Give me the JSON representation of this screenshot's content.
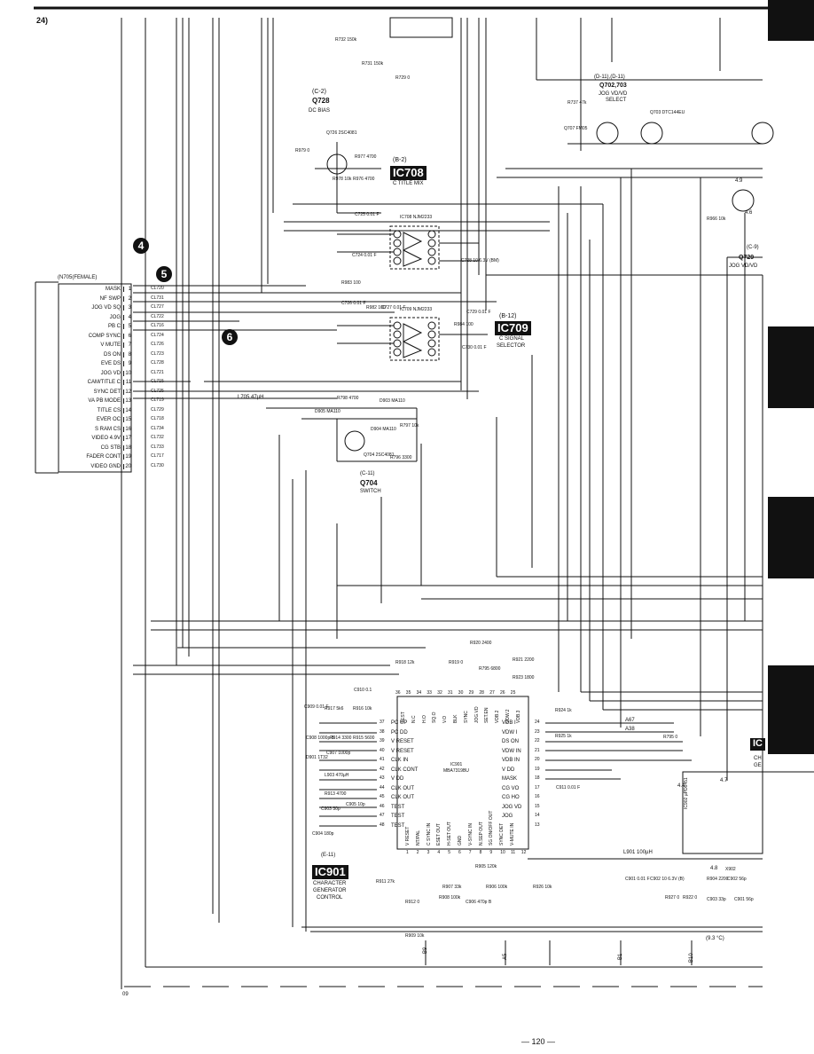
{
  "page": {
    "number_label": "24)",
    "page_number": "— 120 —",
    "corner_code": "09"
  },
  "markers": {
    "m4": "4",
    "m5": "5",
    "m6": "6"
  },
  "connector": {
    "title": "(N705(FEMALE)",
    "pins": [
      {
        "num": "1",
        "name": "MASK",
        "cl": "CL720"
      },
      {
        "num": "2",
        "name": "NF SWP",
        "cl": "CL731"
      },
      {
        "num": "3",
        "name": "JOG VD SQ",
        "cl": "CL727"
      },
      {
        "num": "4",
        "name": "JOG",
        "cl": "CL722"
      },
      {
        "num": "5",
        "name": "PB C",
        "cl": "CL716"
      },
      {
        "num": "6",
        "name": "COMP SYNC",
        "cl": "CL724"
      },
      {
        "num": "7",
        "name": "V MUTE",
        "cl": "CL726"
      },
      {
        "num": "8",
        "name": "DS ON",
        "cl": "CL723"
      },
      {
        "num": "9",
        "name": "EVE DS",
        "cl": "CL728"
      },
      {
        "num": "10",
        "name": "JOG VD",
        "cl": "CL721"
      },
      {
        "num": "11",
        "name": "CAM/TITLE C",
        "cl": "CL715"
      },
      {
        "num": "12",
        "name": "SYNC DET",
        "cl": "CL725"
      },
      {
        "num": "13",
        "name": "VA PB MODE",
        "cl": "CL719"
      },
      {
        "num": "14",
        "name": "TITLE CS",
        "cl": "CL729"
      },
      {
        "num": "15",
        "name": "EVER OC",
        "cl": "CL718"
      },
      {
        "num": "16",
        "name": "S RAM CS",
        "cl": "CL734"
      },
      {
        "num": "17",
        "name": "VIDEO 4.9V",
        "cl": "CL732"
      },
      {
        "num": "18",
        "name": "CG STB",
        "cl": "CL733"
      },
      {
        "num": "19",
        "name": "FADER CONT",
        "cl": "CL717"
      },
      {
        "num": "20",
        "name": "VIDEO GND",
        "cl": "CL730"
      }
    ]
  },
  "blocks": {
    "q728": {
      "loc": "(C-2)",
      "name": "Q728",
      "desc": "DC BIAS"
    },
    "ic708": {
      "loc": "(B-2)",
      "name": "IC708",
      "desc": "C TITLE MIX",
      "part": "IC708 NJM2233"
    },
    "ic709": {
      "loc": "(B-12)",
      "name": "IC709",
      "desc1": "C SIGNAL",
      "desc2": "SELECTOR",
      "part": "IC709 NJM2233"
    },
    "q702": {
      "loc": "(D-11),(D-11)",
      "name": "Q702,703",
      "desc1": "JOG VD/VD",
      "desc2": "SELECT"
    },
    "q729": {
      "loc": "(C-9)",
      "name": "Q729",
      "desc": "JOG VD/VD"
    },
    "q704": {
      "loc": "(C-11)",
      "name": "Q704",
      "desc": "SWITCH"
    },
    "ic901": {
      "loc": "(E-11)",
      "name": "IC901",
      "desc1": "CHARACTER",
      "desc2": "GENERATOR",
      "desc3": "CONTROL",
      "part": "IC901",
      "part2": "MBA7319BU"
    },
    "ic902": {
      "label": "IC",
      "desc1": "CH",
      "desc2": "GE",
      "part": "IC902 µPD6451"
    }
  },
  "ic901_pins_left": [
    {
      "n": "37",
      "name": "PC UP"
    },
    {
      "n": "38",
      "name": "PC DD"
    },
    {
      "n": "39",
      "name": "V RESET"
    },
    {
      "n": "40",
      "name": "V RESET"
    },
    {
      "n": "41",
      "name": "CLK IN"
    },
    {
      "n": "42",
      "name": "CLK CONT"
    },
    {
      "n": "43",
      "name": "V DD"
    },
    {
      "n": "44",
      "name": "CLK OUT"
    },
    {
      "n": "45",
      "name": "CLK OUT"
    },
    {
      "n": "46",
      "name": "TEST"
    },
    {
      "n": "47",
      "name": "TEST"
    },
    {
      "n": "48",
      "name": "TEST"
    }
  ],
  "ic901_pins_right": [
    {
      "n": "24",
      "name": "VDB I"
    },
    {
      "n": "23",
      "name": "VDW I"
    },
    {
      "n": "22",
      "name": "DS ON"
    },
    {
      "n": "21",
      "name": "VDW IN"
    },
    {
      "n": "20",
      "name": "VDB IN"
    },
    {
      "n": "19",
      "name": "V DD"
    },
    {
      "n": "18",
      "name": "MASK"
    },
    {
      "n": "17",
      "name": "CG VO"
    },
    {
      "n": "16",
      "name": "CG HO"
    },
    {
      "n": "15",
      "name": "JOG VD"
    },
    {
      "n": "14",
      "name": "JOG"
    },
    {
      "n": "13",
      "name": ""
    }
  ],
  "ic901_pins_top": [
    "36",
    "35",
    "34",
    "33",
    "32",
    "31",
    "30",
    "29",
    "28",
    "27",
    "26",
    "25"
  ],
  "ic901_pins_bottom": [
    "1",
    "2",
    "3",
    "4",
    "5",
    "6",
    "7",
    "8",
    "9",
    "10",
    "11",
    "12"
  ],
  "ic901_top_names": [
    "TEST",
    "N.C",
    "H.O",
    "SQ.O",
    "V.O",
    "BLK",
    "SYNC",
    "JOG.VD",
    "SET.EN",
    "VDB.2",
    "VDW.2",
    "VDB.3"
  ],
  "ic901_bottom_names": [
    "V RESET",
    "NT/PAL",
    "C SYNC IN",
    "ESET OUT",
    "H-SET OUT",
    "GND",
    "V-SYNC IN",
    "N.SEP OUT",
    "SG ON/OFF OUT",
    "SYNC DET",
    "V-MUTE IN",
    ""
  ],
  "components": {
    "r732": "R732 150k",
    "r731": "R731 150k",
    "r729": "R729 0",
    "r737": "R737 47k",
    "q707": "Q707 FM05",
    "q703": "Q703 DTC144EU",
    "q726": "Q726 2SC4081",
    "r979": "R979 0",
    "r977": "R977 4700",
    "r978": "R978 10k",
    "r976": "R976 4700",
    "c725": "C725 0.01 F",
    "c724": "C724 0.01 F",
    "c728": "C728 10 6.3V (BM)",
    "r983": "R983 100",
    "c726": "C726 0.01 F",
    "r982": "R982 100",
    "c727": "C727 0.01 F",
    "r984": "R984 100",
    "c729": "C729 0.01 F",
    "c730": "C730 0.01 F",
    "r966": "R966 10k",
    "l705": "L705 47µH",
    "r798": "R798 4700",
    "d905": "D905 MA110",
    "d903": "D903 MA110",
    "d904": "D904 MA110",
    "r797": "R797 10k",
    "r796": "R796 3300",
    "q704": "Q704 2SC4081",
    "r920": "R920 2400",
    "r918": "R918 12k",
    "r919": "R919 0",
    "r795": "R795 6800",
    "r921": "R921 2200",
    "r923": "R923 1800",
    "r925": "R925 1k",
    "r924": "R924 1k",
    "c910": "C910 0.1",
    "c909": "C909 0.01 F",
    "r917": "R917 5k6",
    "r916": "R916 10k",
    "c908": "C908 1000p B",
    "r914": "R914 3300",
    "r915": "R915 5600",
    "d901": "D901 1T32",
    "c907": "C907 1000p",
    "l903": "L903 470µH",
    "r913": "R913 4700",
    "c903": "C903 30p",
    "c905": "C905 10p",
    "c904": "C904 180p",
    "r911": "R911 27k",
    "r912": "R912 0",
    "r905": "R905 120k",
    "r907": "R907 33k",
    "r908": "R908 100k",
    "c906": "C906 470p B",
    "r906": "R906 100k",
    "r926": "R926 10k",
    "r909": "R909 10k",
    "c911": "C911 0.01 F",
    "l901": "L901 100µH",
    "c901": "C901 0.01 F",
    "c902": "C902 10 6.3V (B)",
    "r927": "R927 0",
    "r922": "R922 0",
    "r904": "R904 2200",
    "c903b": "C903 33p",
    "c902b": "C902 56p",
    "x902": "X902",
    "c901b": "C901 56p",
    "r795b": "R795 0"
  },
  "notes": {
    "v46": "4.6",
    "v49": "4.9",
    "v44": "4.4",
    "v47": "4.7",
    "v48": "4.8",
    "a67": "A67",
    "a38": "A38",
    "b9": "B9",
    "b1": "B1",
    "b10": "B10",
    "a5": "A5",
    "ic902_ref": "(9.3 °C)"
  }
}
